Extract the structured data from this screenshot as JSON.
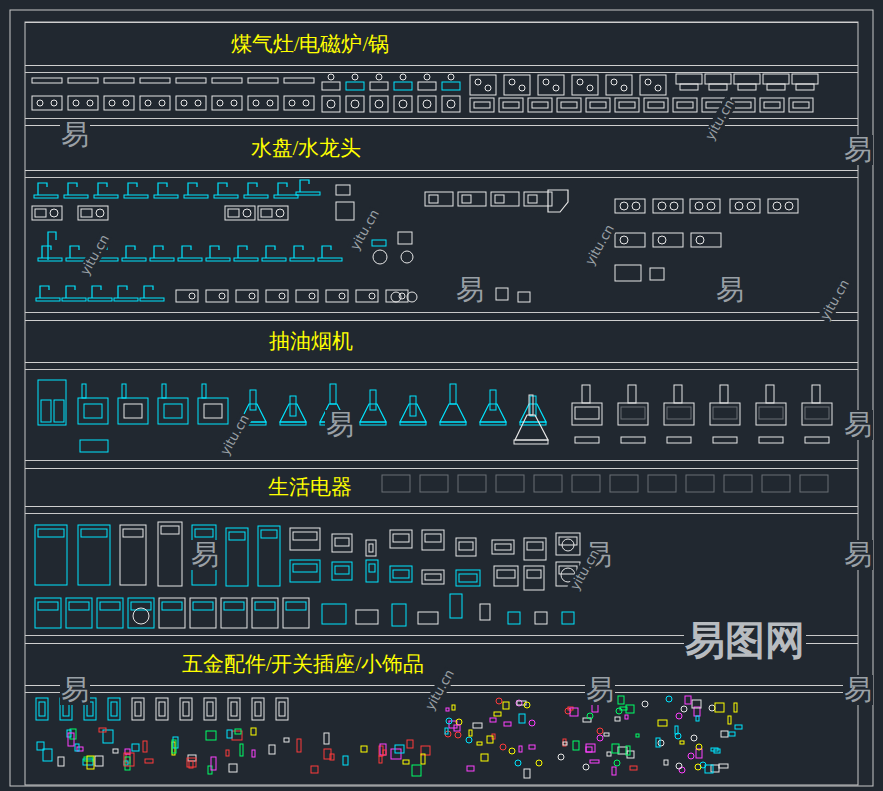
{
  "diagram": {
    "nodes": [
      {
        "text": [
          "煤气灶/电磁炉/锅"
        ]
      },
      {
        "text": [
          "水盘/水龙头"
        ]
      },
      {
        "text": [
          "抽油烟机"
        ]
      },
      {
        "text": [
          "生活电器"
        ]
      },
      {
        "text": [
          "五金配件/开关插座/小饰品"
        ]
      }
    ],
    "labels": [
      "易",
      "易",
      "易",
      "易",
      "易",
      "易",
      "易",
      "易",
      "易",
      "易",
      "易",
      "易",
      "yitu.cn",
      "yitu.cn",
      "yitu.cn",
      "yitu.cn",
      "yitu.cn",
      "yitu.cn",
      "yitu.cn",
      "yitu.cn",
      "易图网"
    ]
  }
}
